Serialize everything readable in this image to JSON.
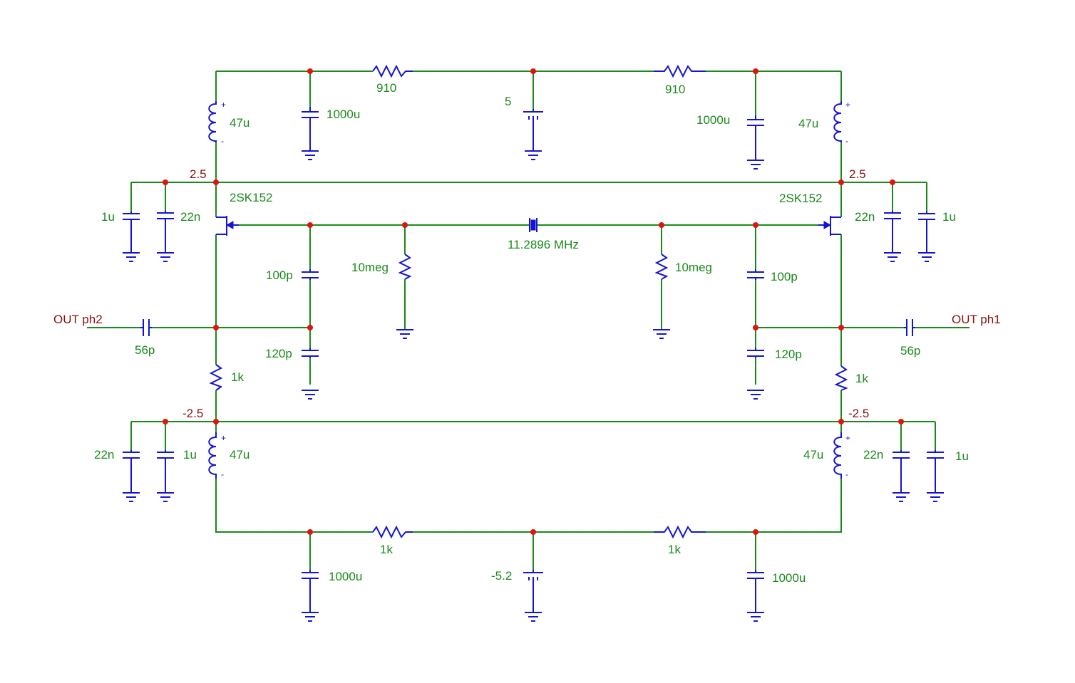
{
  "colors": {
    "wire": "#1a8a1a",
    "component": "#1515d0",
    "node": "#e21212",
    "net_label": "#8b1010",
    "background": "#ffffff"
  },
  "labels": {
    "r_top_left": "910",
    "r_top_right": "910",
    "supply_pos": "5",
    "c_top_left_bulk": "1000u",
    "c_top_right_bulk": "1000u",
    "l_top_left": "47u",
    "l_top_right": "47u",
    "net_pos_left": "2.5",
    "net_pos_right": "2.5",
    "q_left": "2SK152",
    "q_right": "2SK152",
    "c_dec_tl_1u": "1u",
    "c_dec_tl_22n": "22n",
    "c_dec_tr_22n": "22n",
    "c_dec_tr_1u": "1u",
    "crystal": "11.2896 MHz",
    "r_bias_left": "10meg",
    "r_bias_right": "10meg",
    "c_fb_left_100p": "100p",
    "c_fb_right_100p": "100p",
    "c_fb_left_120p": "120p",
    "c_fb_right_120p": "120p",
    "out_left": "OUT ph2",
    "out_right": "OUT ph1",
    "c_out_left": "56p",
    "c_out_right": "56p",
    "r_src_left": "1k",
    "r_src_right": "1k",
    "net_neg_left": "-2.5",
    "net_neg_right": "-2.5",
    "c_dec_bl_22n": "22n",
    "c_dec_bl_1u": "1u",
    "c_dec_br_22n": "22n",
    "c_dec_br_1u": "1u",
    "l_bot_left": "47u",
    "l_bot_right": "47u",
    "r_bot_left": "1k",
    "r_bot_right": "1k",
    "supply_neg": "-5.2",
    "c_bot_left_bulk": "1000u",
    "c_bot_right_bulk": "1000u",
    "plus": "+",
    "minus": "-"
  }
}
